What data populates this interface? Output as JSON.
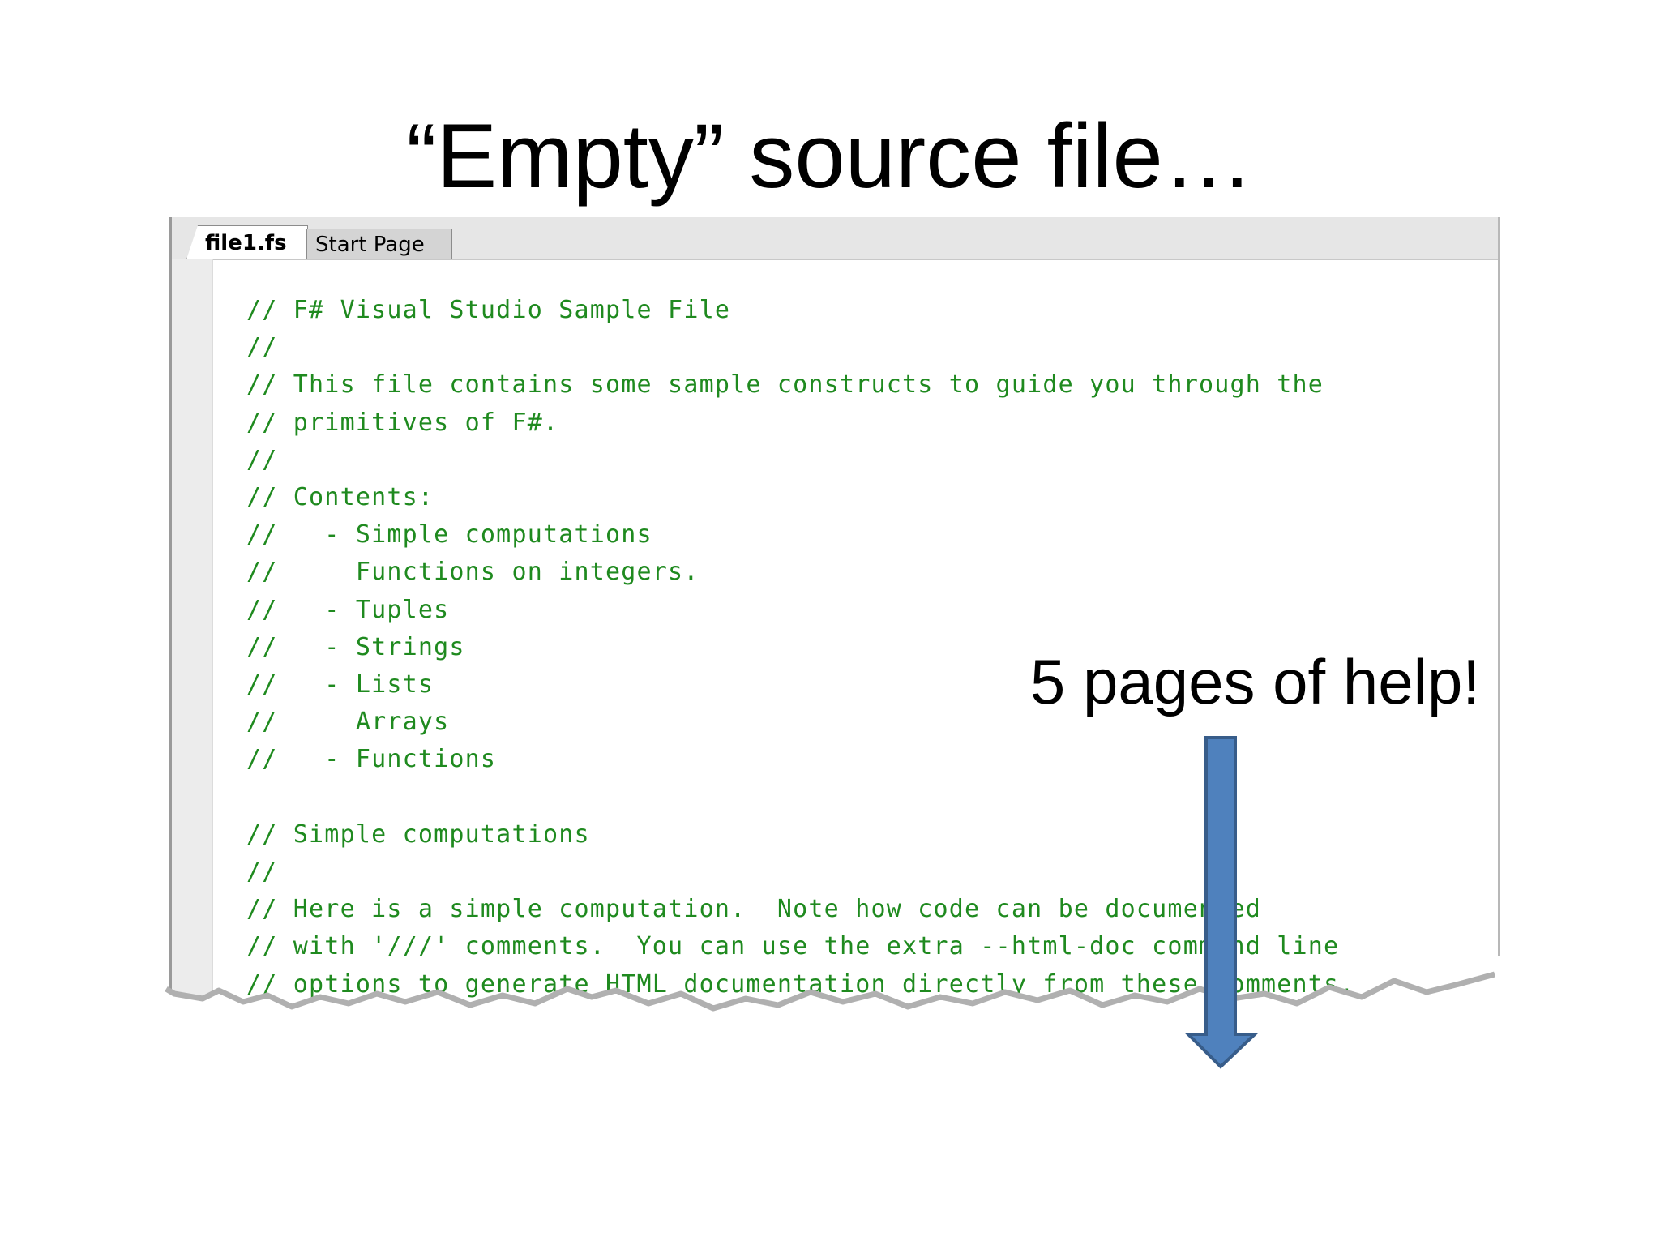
{
  "slide": {
    "title": "“Empty” source file…",
    "help_label": "5 pages of help!"
  },
  "editor": {
    "tabs": [
      {
        "label": "file1.fs",
        "active": true
      },
      {
        "label": "Start Page",
        "active": false
      }
    ],
    "code_lines": [
      "// F# Visual Studio Sample File",
      "//",
      "// This file contains some sample constructs to guide you through the",
      "// primitives of F#.",
      "//",
      "// Contents:",
      "//   - Simple computations",
      "//     Functions on integers.",
      "//   - Tuples",
      "//   - Strings",
      "//   - Lists",
      "//     Arrays",
      "//   - Functions",
      "",
      "// Simple computations",
      "//",
      "// Here is a simple computation.  Note how code can be documented",
      "// with '///' comments.  You can use the extra --html-doc command line",
      "// options to generate HTML documentation directly from these comments."
    ]
  },
  "colors": {
    "code_comment": "#1f8a1f",
    "arrow_fill": "#4f81bd",
    "arrow_stroke": "#385d8a",
    "torn_edge": "#b0b0b0"
  }
}
